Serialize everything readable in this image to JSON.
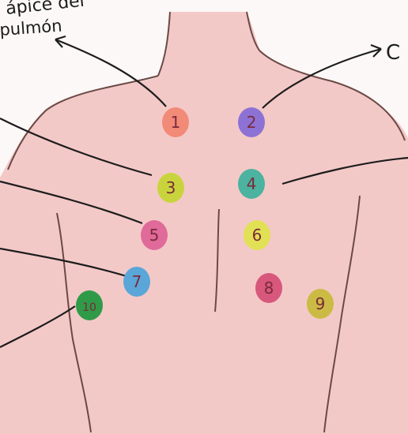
{
  "labels": {
    "top_left_line1": "ápice del",
    "top_left_line2": "pulmón",
    "top_right": "C"
  },
  "points": [
    {
      "label": "1",
      "color": "#f28a78"
    },
    {
      "label": "2",
      "color": "#8d72d6"
    },
    {
      "label": "3",
      "color": "#c9d43d"
    },
    {
      "label": "4",
      "color": "#4bb39f"
    },
    {
      "label": "5",
      "color": "#e06a99"
    },
    {
      "label": "6",
      "color": "#e2e054"
    },
    {
      "label": "7",
      "color": "#5aa6d8"
    },
    {
      "label": "8",
      "color": "#d8587d"
    },
    {
      "label": "9",
      "color": "#cbbb44"
    },
    {
      "label": "10",
      "color": "#2f9a48"
    }
  ],
  "colors": {
    "skin": "#f3c9c7",
    "outline": "#6b4a45",
    "ink": "#1d1d1d",
    "background": "#fbf8f7"
  }
}
